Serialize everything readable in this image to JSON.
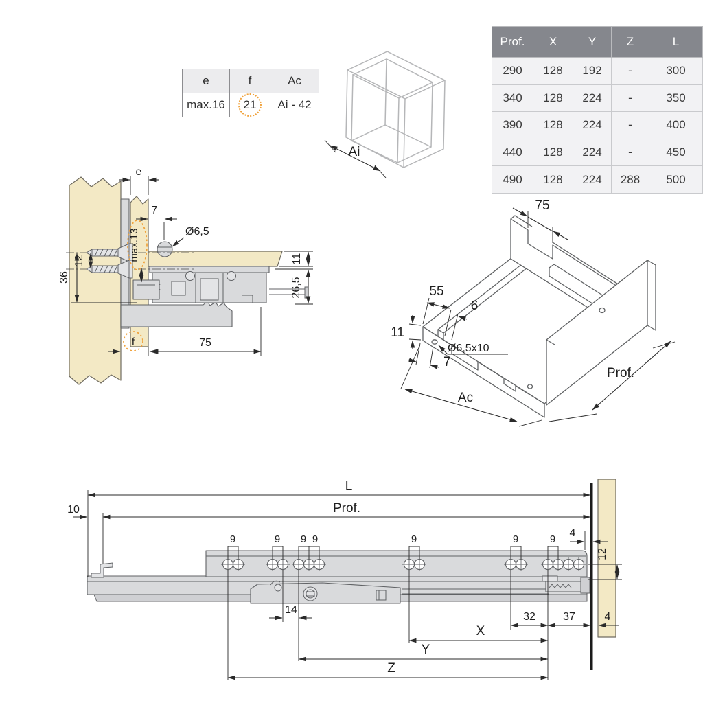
{
  "colors": {
    "beige": "#f3e9c5",
    "mech_gray": "#d9dadc",
    "dim_line": "#2a2a2a",
    "accent_dotted": "#f0a23c",
    "table_header_bg": "#85878d",
    "table_row_bg": "#f2f2f4",
    "outline": "#5f6163"
  },
  "mini_table": {
    "headers": [
      "e",
      "f",
      "Ac"
    ],
    "values": [
      "max.16",
      "21",
      "Ai - 42"
    ]
  },
  "spec_table": {
    "headers": [
      "Prof.",
      "X",
      "Y",
      "Z",
      "L"
    ],
    "rows": [
      [
        "290",
        "128",
        "192",
        "-",
        "300"
      ],
      [
        "340",
        "128",
        "224",
        "-",
        "350"
      ],
      [
        "390",
        "128",
        "224",
        "-",
        "400"
      ],
      [
        "440",
        "128",
        "224",
        "-",
        "450"
      ],
      [
        "490",
        "128",
        "224",
        "288",
        "500"
      ]
    ]
  },
  "cabinet_box": {
    "ai": "Ai"
  },
  "section": {
    "e": "e",
    "seven": "7",
    "diameter": "Ø6,5",
    "max13": "max.13",
    "twelve": "12",
    "thirtysix": "36",
    "eleven": "11",
    "twentysix5": "26,5",
    "f": "f",
    "seventyfive": "75"
  },
  "drawer3d": {
    "seventyfive": "75",
    "fiftyfive": "55",
    "six": "6",
    "eleven": "11",
    "hole": "Ø6,5x10",
    "seven": "7",
    "ac": "Ac",
    "prof": "Prof."
  },
  "slide": {
    "l": "L",
    "prof": "Prof.",
    "ten": "10",
    "nines": [
      "9",
      "9",
      "9",
      "9",
      "9",
      "9",
      "9"
    ],
    "fourteen": "14",
    "thirtytwo": "32",
    "thirtyseven": "37",
    "four_top": "4",
    "four_bottom": "4",
    "twelve": "12",
    "x": "X",
    "y": "Y",
    "z": "Z"
  }
}
